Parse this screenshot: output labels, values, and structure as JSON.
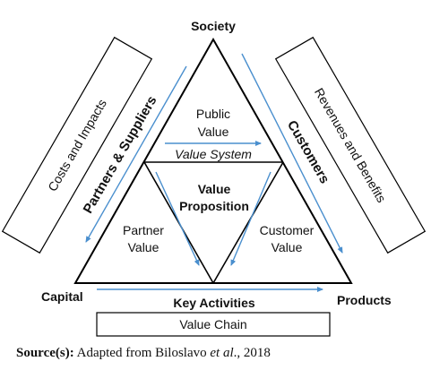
{
  "diagram": {
    "vertices": {
      "top": "Society",
      "left": "Capital",
      "right": "Products"
    },
    "sides": {
      "left": "Partners & Suppliers",
      "right": "Customers",
      "bottom": "Key Activities"
    },
    "outer_boxes": {
      "left": "Costs and Impacts",
      "right": "Revenues and Benefits",
      "bottom": "Value Chain"
    },
    "inner": {
      "top_line1": "Public",
      "top_line2": "Value",
      "system": "Value System",
      "center_line1": "Value",
      "center_line2": "Proposition",
      "left_line1": "Partner",
      "left_line2": "Value",
      "right_line1": "Customer",
      "right_line2": "Value"
    },
    "colors": {
      "arrow": "#4a8fce",
      "line": "#000000"
    }
  },
  "source": {
    "label": "Source(s):",
    "text_before": " Adapted from Biloslavo ",
    "italic": "et al",
    "text_after": "., 2018"
  }
}
